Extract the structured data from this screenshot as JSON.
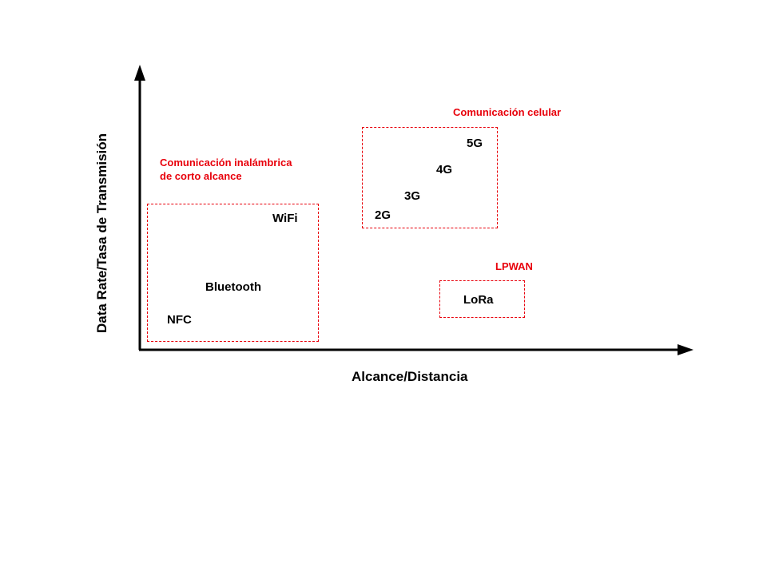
{
  "axes": {
    "x_label": "Alcance/Distancia",
    "y_label": "Data Rate/Tasa de Transmisión"
  },
  "groups": {
    "short_range": {
      "label": "Comunicación inalámbrica de corto alcance",
      "items": [
        "WiFi",
        "Bluetooth",
        "NFC"
      ]
    },
    "cellular": {
      "label": "Comunicación celular",
      "items": [
        "5G",
        "4G",
        "3G",
        "2G"
      ]
    },
    "lpwan": {
      "label": "LPWAN",
      "items": [
        "LoRa"
      ]
    }
  },
  "colors": {
    "accent": "#e8000b",
    "axis": "#000000"
  }
}
